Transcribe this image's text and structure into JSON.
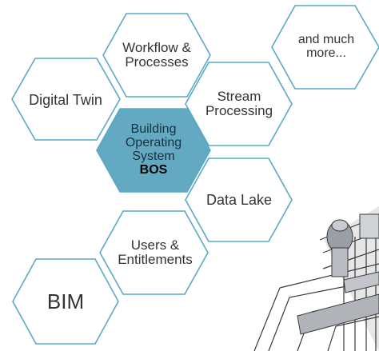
{
  "colors": {
    "hex_stroke": "#5aa9c4",
    "hex_fill": "#ffffff",
    "center_fill": "#63a9c1",
    "text": "#333333",
    "building_line": "#3a3a3a",
    "building_fill": "#d6d6d6"
  },
  "hexagons": [
    {
      "id": "digital-twin",
      "lines": [
        "Digital Twin"
      ]
    },
    {
      "id": "workflow",
      "lines": [
        "Workflow &",
        "Processes"
      ]
    },
    {
      "id": "bos",
      "lines": [
        "Building",
        "Operating",
        "System"
      ],
      "strong": "BOS"
    },
    {
      "id": "stream",
      "lines": [
        "Stream",
        "Processing"
      ]
    },
    {
      "id": "more",
      "lines": [
        "and much",
        "more..."
      ]
    },
    {
      "id": "data-lake",
      "lines": [
        "Data Lake"
      ]
    },
    {
      "id": "users",
      "lines": [
        "Users &",
        "Entitlements"
      ]
    },
    {
      "id": "bim",
      "lines": [
        "BIM"
      ]
    }
  ]
}
